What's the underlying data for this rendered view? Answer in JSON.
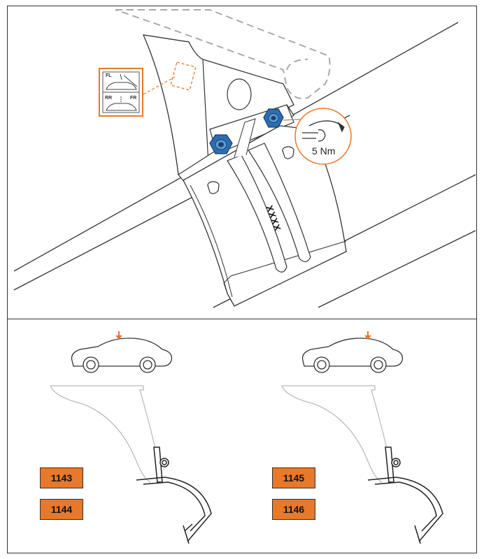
{
  "top_panel": {
    "torque_label": "5 Nm",
    "part_stamp": "XXXX",
    "position_icon": {
      "front_left": "FL",
      "rear_right": "RR",
      "front_right": "FR"
    }
  },
  "bottom_panel": {
    "left_codes": [
      "1143",
      "1144"
    ],
    "right_codes": [
      "1145",
      "1146"
    ]
  },
  "colors": {
    "accent": "#e8782a",
    "nut": "#2a6fb0",
    "line": "#333333",
    "ghost_line": "#aaaaaa"
  }
}
